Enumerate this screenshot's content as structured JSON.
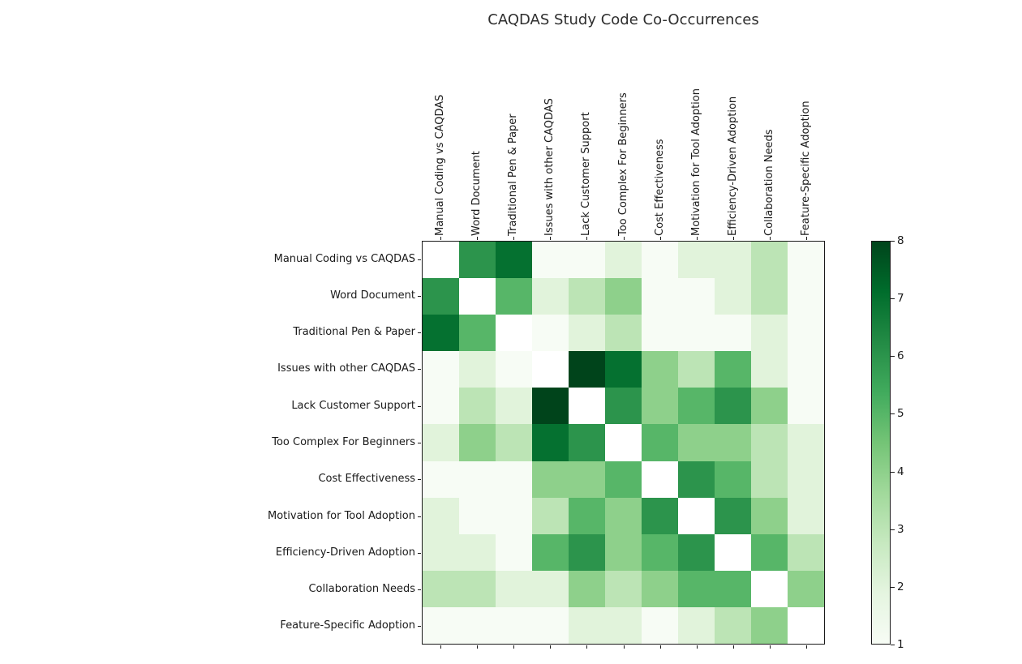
{
  "title": "CAQDAS Study Code Co-Occurrences",
  "chart_data": {
    "type": "heatmap",
    "title": "CAQDAS Study Code Co-Occurrences",
    "categories": [
      "Manual Coding vs CAQDAS",
      "Word Document",
      "Traditional Pen & Paper",
      "Issues with other CAQDAS",
      "Lack Customer Support",
      "Too Complex For Beginners",
      "Cost Effectiveness",
      "Motivation for Tool Adoption",
      "Efficiency-Driven Adoption",
      "Collaboration Needs",
      "Feature-Specific Adoption"
    ],
    "matrix": [
      [
        null,
        6,
        7,
        1,
        1,
        2,
        1,
        2,
        2,
        3,
        1
      ],
      [
        6,
        null,
        5,
        2,
        3,
        4,
        1,
        1,
        2,
        3,
        1
      ],
      [
        7,
        5,
        null,
        1,
        2,
        3,
        1,
        1,
        1,
        2,
        1
      ],
      [
        1,
        2,
        1,
        null,
        8,
        7,
        4,
        3,
        5,
        2,
        1
      ],
      [
        1,
        3,
        2,
        8,
        null,
        6,
        4,
        5,
        6,
        4,
        1
      ],
      [
        2,
        4,
        3,
        7,
        6,
        null,
        5,
        4,
        4,
        3,
        2
      ],
      [
        1,
        1,
        1,
        4,
        4,
        5,
        null,
        6,
        5,
        3,
        2
      ],
      [
        2,
        1,
        1,
        3,
        5,
        4,
        6,
        null,
        6,
        4,
        2
      ],
      [
        2,
        2,
        1,
        5,
        6,
        4,
        5,
        6,
        null,
        5,
        3
      ],
      [
        3,
        3,
        2,
        2,
        4,
        3,
        4,
        5,
        5,
        null,
        4
      ],
      [
        1,
        1,
        1,
        1,
        2,
        2,
        1,
        2,
        3,
        4,
        null
      ]
    ],
    "vmin": 1,
    "vmax": 8,
    "colorbar_ticks": [
      "1",
      "2",
      "3",
      "4",
      "5",
      "6",
      "7",
      "8"
    ],
    "colorscale": [
      "#f7fcf5",
      "#e5f5e0",
      "#c7e9c0",
      "#a1d99b",
      "#74c476",
      "#41ab5d",
      "#238b45",
      "#006d2c",
      "#00441b"
    ],
    "diagonal_color": "#ffffff",
    "grid": false,
    "legend_position": "right"
  }
}
